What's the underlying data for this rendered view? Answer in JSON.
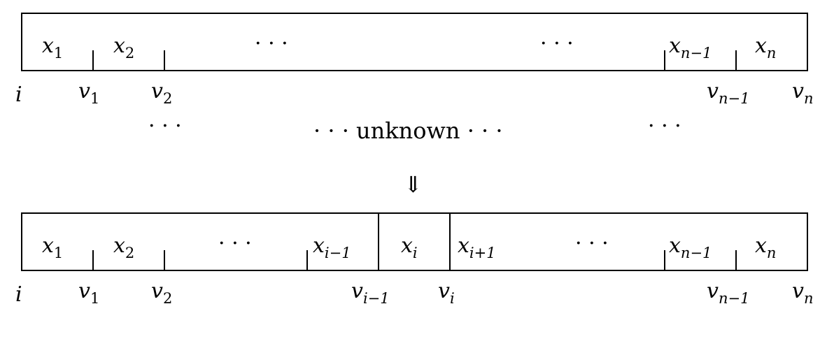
{
  "top_row": {
    "cells": [
      {
        "base": "x",
        "sub": "1"
      },
      {
        "base": "x",
        "sub": "2"
      },
      {
        "dots": "· · ·"
      },
      {
        "dots": "· · ·"
      },
      {
        "base": "x",
        "sub": "n−1"
      },
      {
        "base": "x",
        "sub": "n"
      }
    ],
    "bounds": [
      {
        "base": "i",
        "sub": ""
      },
      {
        "base": "v",
        "sub": "1"
      },
      {
        "base": "v",
        "sub": "2"
      },
      {
        "base": "v",
        "sub": "n−1"
      },
      {
        "base": "v",
        "sub": "n"
      }
    ]
  },
  "middle": {
    "left_dots": "· · ·",
    "unknown_text": "· · · unknown · · ·",
    "right_dots": "· · ·",
    "arrow": "⇓"
  },
  "bottom_row": {
    "cells": [
      {
        "base": "x",
        "sub": "1"
      },
      {
        "base": "x",
        "sub": "2"
      },
      {
        "dots": "· · ·"
      },
      {
        "base": "x",
        "sub": "i−1"
      },
      {
        "base": "x",
        "sub": "i"
      },
      {
        "base": "x",
        "sub": "i+1"
      },
      {
        "dots": "· · ·"
      },
      {
        "base": "x",
        "sub": "n−1"
      },
      {
        "base": "x",
        "sub": "n"
      }
    ],
    "bounds": [
      {
        "base": "i",
        "sub": ""
      },
      {
        "base": "v",
        "sub": "1"
      },
      {
        "base": "v",
        "sub": "2"
      },
      {
        "base": "v",
        "sub": "i−1"
      },
      {
        "base": "v",
        "sub": "i"
      },
      {
        "base": "v",
        "sub": "n−1"
      },
      {
        "base": "v",
        "sub": "n"
      }
    ]
  }
}
